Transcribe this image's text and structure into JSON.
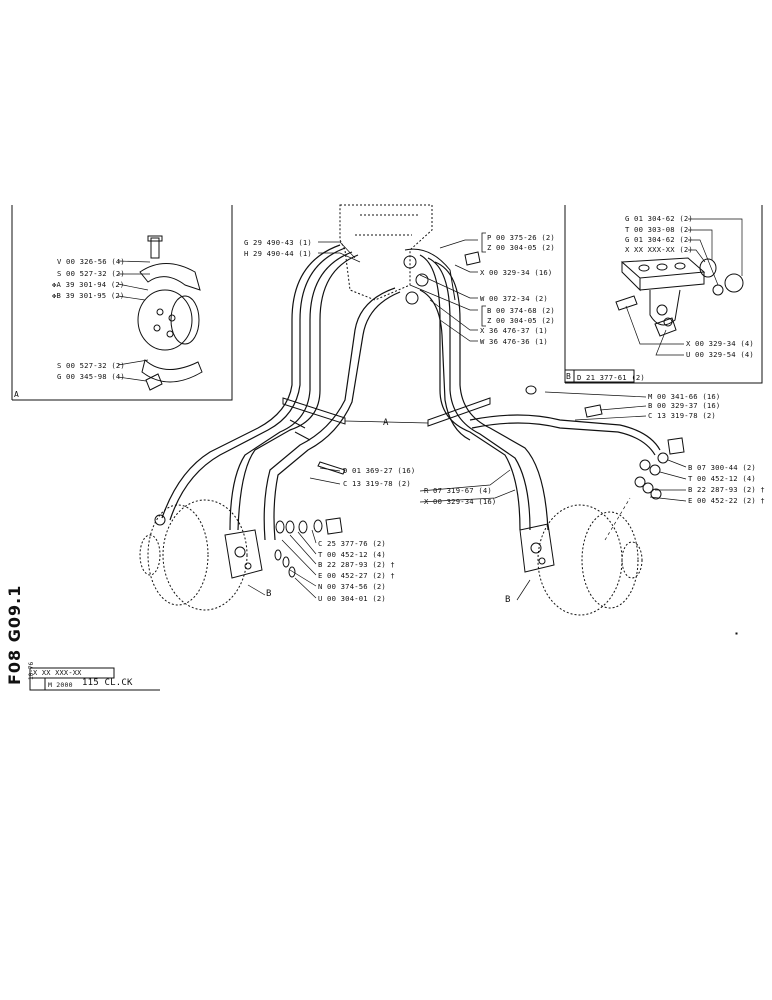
{
  "frame": {
    "sheet_code": "F08 G09.1",
    "date_code": "10-76",
    "part_ref": "X XX XXX-XX",
    "model_prefix": "M 2000",
    "model": "115 CL.CK"
  },
  "inset_a": {
    "corner_label": "A",
    "labels": [
      "V 00 326-56 (4)",
      "S 00 527-32 (2)",
      "✤A 39 301-94 (2)",
      "✤B 39 301-95 (2)",
      "S 00 527-32 (2)",
      "G 00 345-98 (4)"
    ]
  },
  "inset_b": {
    "corner_label": "B",
    "ref": "D 21 377-61 (2)",
    "labels": [
      "G 01 304-62 (2)",
      "T 00 303-08 (2)",
      "G 01 304-62 (2)",
      "X XX XXX-XX (2)",
      "X 00 329-34 (4)",
      "U 00 329-54 (4)"
    ]
  },
  "main": {
    "callout_a": "A",
    "callout_b_left": "B",
    "callout_b_right": "B",
    "labels_upper_left": [
      "G 29 490-43 (1)",
      "H 29 490-44 (1)"
    ],
    "labels_upper_right": [
      "P 00 375-26 (2)",
      "Z 00 304-05 (2)",
      "X 00 329-34 (16)",
      "W 00 372-34 (2)",
      "B 00 374-68 (2)",
      "Z 00 304-05 (2)",
      "X 36 476-37 (1)",
      "W 36 476-36 (1)"
    ],
    "labels_right": [
      "M 00 341-66 (16)",
      "B 00 329-37 (16)",
      "C 13 319-78 (2)",
      "B 07 300-44 (2)",
      "T 00 452-12 (4)",
      "B 22 287-93 (2) †",
      "E 00 452-22 (2) †"
    ],
    "labels_center_right": [
      "R 07 319-67 (4)",
      "X 00 329-34 (16)"
    ],
    "labels_center_left": [
      "D 01 369-27 (16)",
      "C 13 319-78 (2)"
    ],
    "labels_lower_left": [
      "C 25 377-76 (2)",
      "T 00 452-12 (4)",
      "B 22 287-93 (2) †",
      "E 00 452-27 (2) †",
      "N 00 374-56 (2)",
      "U 00 304-01 (2)"
    ]
  }
}
